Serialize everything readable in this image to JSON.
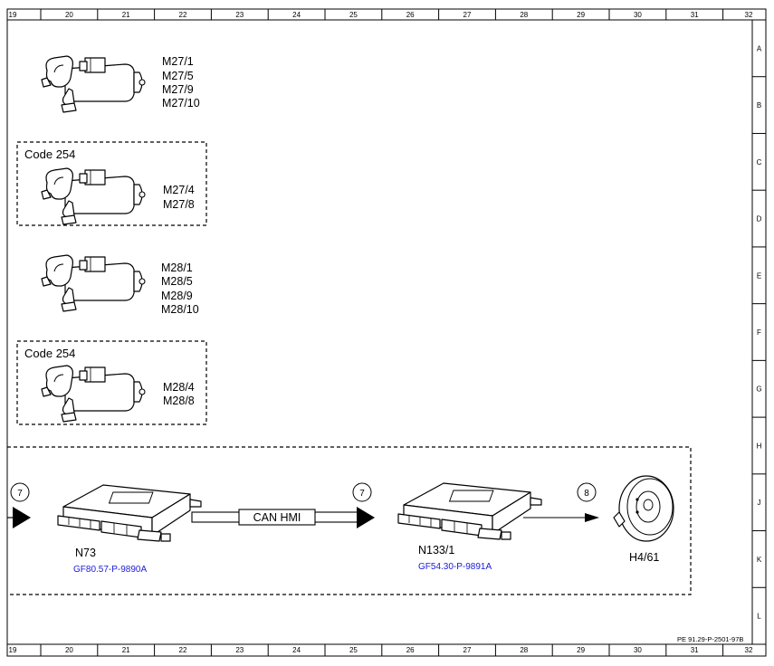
{
  "ruler": {
    "columns": [
      "19",
      "20",
      "21",
      "22",
      "23",
      "24",
      "25",
      "26",
      "27",
      "28",
      "29",
      "30",
      "31",
      "32"
    ],
    "rows": [
      "A",
      "B",
      "C",
      "D",
      "E",
      "F",
      "G",
      "H",
      "J",
      "K",
      "L"
    ]
  },
  "motors": [
    {
      "labels": [
        "M27/1",
        "M27/5",
        "M27/9",
        "M27/10"
      ]
    },
    {
      "code": "Code 254",
      "labels": [
        "M27/4",
        "M27/8"
      ]
    },
    {
      "labels": [
        "M28/1",
        "M28/5",
        "M28/9",
        "M28/10"
      ]
    },
    {
      "code": "Code 254",
      "labels": [
        "M28/4",
        "M28/8"
      ]
    }
  ],
  "network": {
    "arrow_left_num": "7",
    "n73_label": "N73",
    "n73_ref": "GF80.57-P-9890A",
    "can_label": "CAN HMI",
    "arrow_mid_num": "7",
    "n133_label": "N133/1",
    "n133_ref": "GF54.30-P-9891A",
    "arrow_right_num": "8",
    "h4_label": "H4/61"
  },
  "doc_id": "PE 91.29-P-2501-97B"
}
